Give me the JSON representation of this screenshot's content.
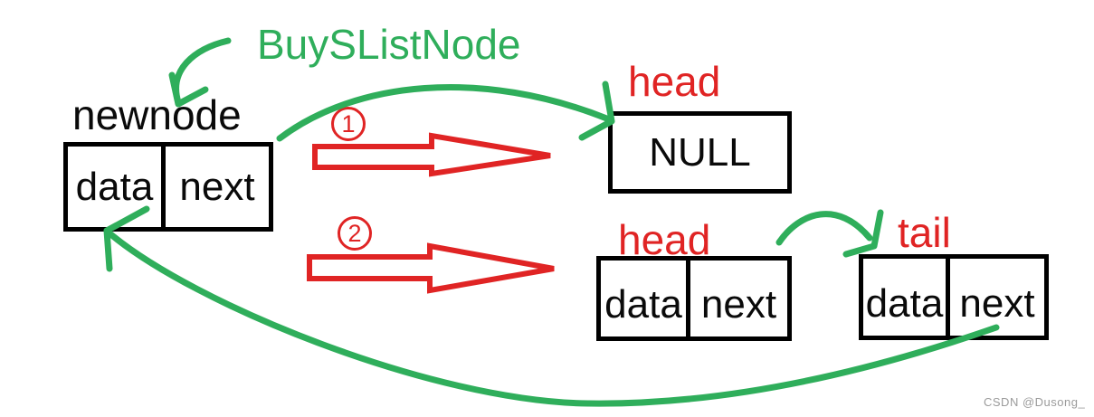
{
  "colors": {
    "green": "#2fae5b",
    "red": "#e02424",
    "box_border": "#000000",
    "text": "#0a0a0a",
    "watermark": "#9b9b9b",
    "background": "#ffffff"
  },
  "function_label": "BuySListNode",
  "steps": {
    "step1": "1",
    "step2": "2"
  },
  "nodes": {
    "newnode": {
      "label": "newnode",
      "data_cell": "data",
      "next_cell": "next"
    },
    "head_initial": {
      "label": "head",
      "value": "NULL"
    },
    "head": {
      "label": "head",
      "data_cell": "data",
      "next_cell": "next"
    },
    "tail": {
      "label": "tail",
      "data_cell": "data",
      "next_cell": "next"
    }
  },
  "icons": {
    "create_arrow": "green curved arrow from BuySListNode to newnode",
    "newnode_to_head_arrow": "green arc from newnode to head NULL box",
    "head_to_tail_arrow": "green arc from head node to tail node",
    "tail_next_to_newnode_arrow": "long green curve from tail.next back to newnode",
    "step1_block_arrow": "red hollow block arrow pointing right",
    "step2_block_arrow": "red hollow block arrow pointing right"
  },
  "watermark": "CSDN @Dusong_"
}
